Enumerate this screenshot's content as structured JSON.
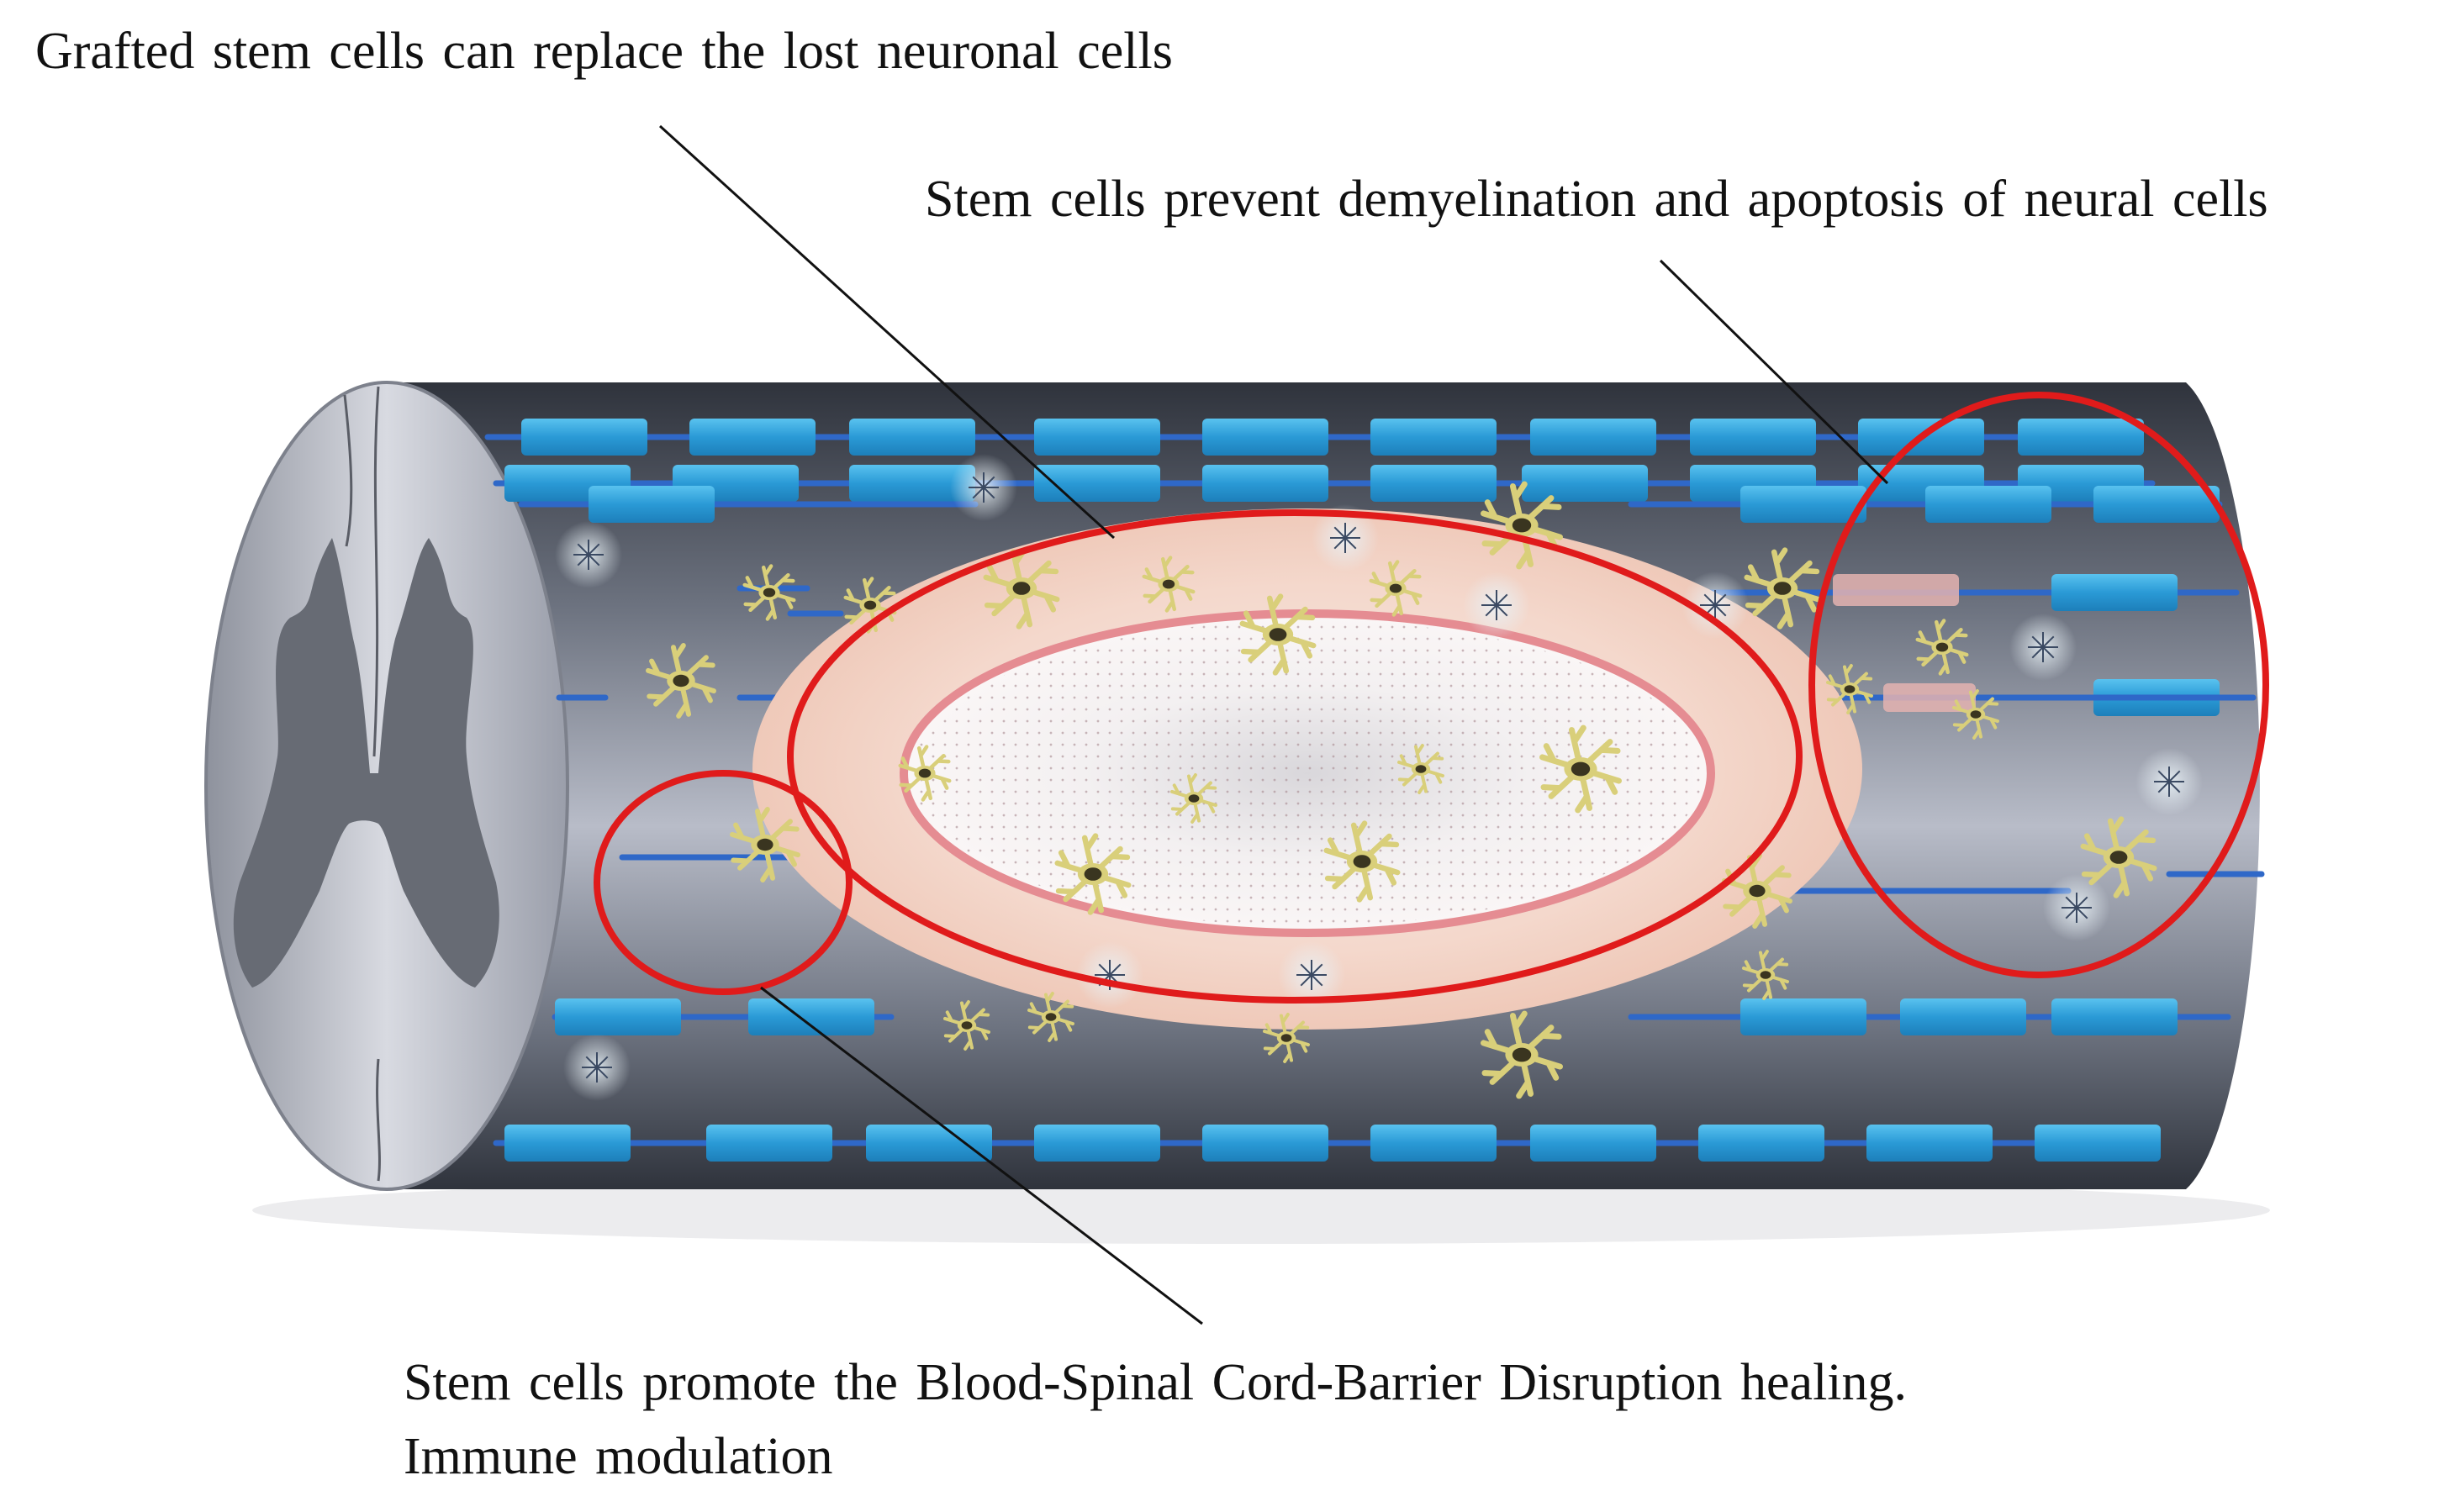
{
  "annotations": {
    "replace_neurons": "Grafted stem cells can replace the lost neuronal cells",
    "prevent_demyelination": "Stem cells prevent demyelination and apoptosis of neural cells",
    "bscb_line1": "Stem cells promote the Blood-Spinal Cord-Barrier Disruption healing.",
    "bscb_line2": "Immune modulation"
  },
  "colors": {
    "cord_dark": "#4a4f5a",
    "cord_light": "#b9bcc8",
    "myelin_blue": "#2ea3dc",
    "axon_blue": "#2f68c8",
    "lesion_pink": "#f6d6c8",
    "lesion_core": "#efe8ea",
    "highlight_red": "#e01b1b",
    "cell_yellow": "#d9cf7a",
    "leader_line": "#111111"
  }
}
